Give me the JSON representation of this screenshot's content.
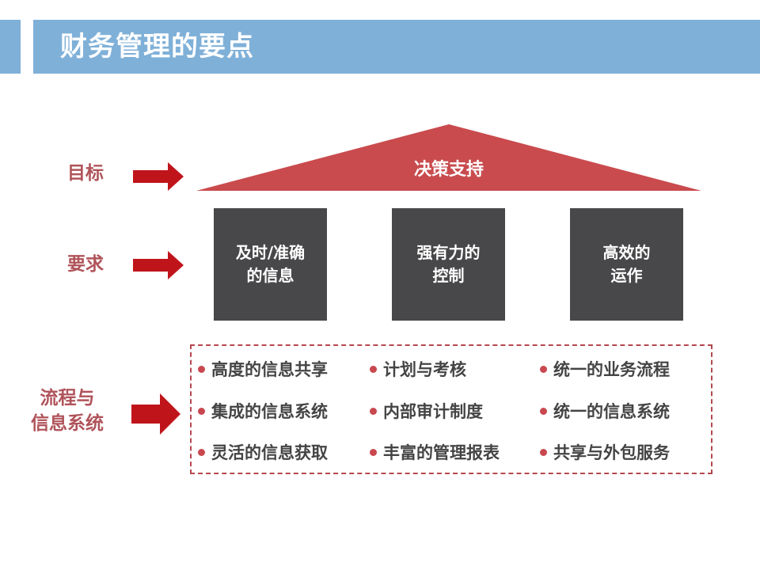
{
  "header": {
    "title": "财务管理的要点"
  },
  "rows": {
    "goal": {
      "label": "目标"
    },
    "requirement": {
      "label": "要求"
    },
    "process": {
      "label_line1": "流程与",
      "label_line2": "信息系统"
    }
  },
  "roof": {
    "label": "决策支持"
  },
  "pillars": [
    {
      "line1": "及时/准确",
      "line2": "的信息"
    },
    {
      "line1": "强有力的",
      "line2": "控制"
    },
    {
      "line1": "高效的",
      "line2": "运作"
    }
  ],
  "items": [
    "高度的信息共享",
    "计划与考核",
    "统一的业务流程",
    "集成的信息系统",
    "内部审计制度",
    "统一的信息系统",
    "灵活的信息获取",
    "丰富的管理报表",
    "共享与外包服务"
  ],
  "colors": {
    "title_bar": "#7fb0d8",
    "accent_red": "#c9484f",
    "arrow_red": "#c0141b",
    "pillar": "#48484a",
    "label": "#b0535a"
  }
}
